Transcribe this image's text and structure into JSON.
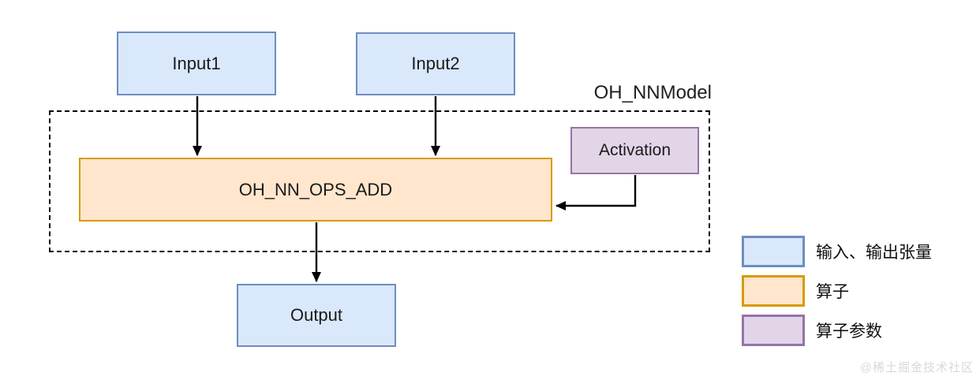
{
  "diagram": {
    "model_label": "OH_NNModel",
    "nodes": {
      "input1": "Input1",
      "input2": "Input2",
      "operator": "OH_NN_OPS_ADD",
      "activation": "Activation",
      "output": "Output"
    },
    "edges": [
      {
        "from": "input1",
        "to": "operator"
      },
      {
        "from": "input2",
        "to": "operator"
      },
      {
        "from": "activation",
        "to": "operator"
      },
      {
        "from": "operator",
        "to": "output"
      }
    ],
    "colors": {
      "tensor_fill": "#dae8fc",
      "tensor_border": "#6c8ebf",
      "operator_fill": "#ffe6cc",
      "operator_border": "#d79b00",
      "param_fill": "#e1d5e7",
      "param_border": "#9673a6",
      "arrow": "#000000"
    },
    "legend": [
      {
        "type": "tensor",
        "label": "输入、输出张量"
      },
      {
        "type": "operator",
        "label": "算子"
      },
      {
        "type": "param",
        "label": "算子参数"
      }
    ],
    "watermark": "@稀土掘金技术社区"
  }
}
